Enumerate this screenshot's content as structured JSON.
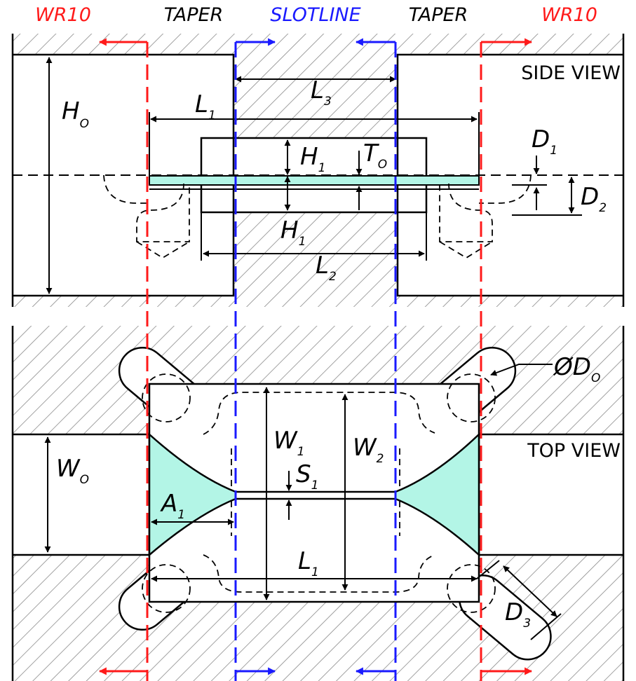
{
  "headers": {
    "left_port": "WR10",
    "left_taper": "TAPER",
    "center": "SLOTLINE",
    "right_taper": "TAPER",
    "right_port": "WR10"
  },
  "colors": {
    "waveguide_port": "#ff1a1a",
    "slotline": "#1a1aff",
    "substrate": "#b3f5e6",
    "hatch": "#8a8a8a"
  },
  "views": {
    "side": "SIDE VIEW",
    "top": "TOP VIEW"
  },
  "side_labels": {
    "H0": {
      "base": "H",
      "sub": "O"
    },
    "L1": {
      "base": "L",
      "sub": "1"
    },
    "L3": {
      "base": "L",
      "sub": "3"
    },
    "H1_top": {
      "base": "H",
      "sub": "1"
    },
    "T0": {
      "base": "T",
      "sub": "O"
    },
    "D1": {
      "base": "D",
      "sub": "1"
    },
    "D2": {
      "base": "D",
      "sub": "2"
    },
    "H1_bottom": {
      "base": "H",
      "sub": "1"
    },
    "L2": {
      "base": "L",
      "sub": "2"
    }
  },
  "top_labels": {
    "phiD0": {
      "base": "ØD",
      "sub": "O"
    },
    "W0": {
      "base": "W",
      "sub": "O"
    },
    "W1": {
      "base": "W",
      "sub": "1"
    },
    "W2": {
      "base": "W",
      "sub": "2"
    },
    "S1": {
      "base": "S",
      "sub": "1"
    },
    "A1": {
      "base": "A",
      "sub": "1"
    },
    "L1": {
      "base": "L",
      "sub": "1"
    },
    "D3": {
      "base": "D",
      "sub": "3"
    }
  }
}
